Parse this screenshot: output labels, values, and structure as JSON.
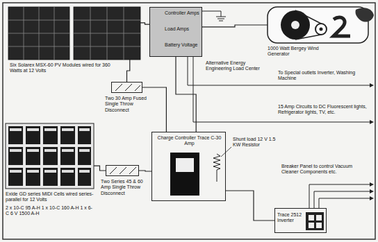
{
  "diagram": {
    "nodes": [
      {
        "text": [
          "Six Solarex MSX-60 PV Modules wired for 360 Watts at 12 Volts"
        ]
      },
      {
        "text": [
          "Controller Amps",
          "Load Amps",
          "Battery Voltage",
          "Alternative Energy Engineering Load Center"
        ]
      },
      {
        "text": [
          "1000 Watt Bergey Wind Generator"
        ]
      },
      {
        "text": [
          "Two 30 Amp Fused Single Throw Disconnect"
        ]
      },
      {
        "text": [
          "Exide GD series MIDI Cells wired series-parallel for 12 Volts",
          "2 x 10-C 95 A-H 1 x 10-C 160 A-H 1 x 6-C 6 V 1500 A-H"
        ]
      },
      {
        "text": [
          "Two Series 45 & 60 Amp Single Throw Disconnect"
        ]
      },
      {
        "text": [
          "Charge Controller Trace C-30 Amp"
        ]
      },
      {
        "text": [
          "Trace 2512 Inverter"
        ]
      }
    ],
    "edges": [
      {
        "from": 0,
        "to": 1,
        "arrow": "none"
      },
      {
        "from": 2,
        "to": 1,
        "arrow": "none"
      },
      {
        "from": 0,
        "to": 3,
        "arrow": "none"
      },
      {
        "from": 3,
        "to": 6,
        "arrow": "none"
      },
      {
        "from": 4,
        "to": 5,
        "arrow": "none"
      },
      {
        "from": 5,
        "to": 6,
        "arrow": "none"
      },
      {
        "from": 6,
        "to": 7,
        "arrow": "none"
      },
      {
        "from": 1,
        "to": 6,
        "arrow": "none"
      }
    ],
    "labels": [
      "To Special outlets Inverter, Washing Machine",
      "15 Amp Circuits to DC Fluorescent lights, Refrigerator lights, TV, etc.",
      "Shunt load 12 V 1.5 KW Resistor",
      "Breaker Panel to control Vacuum Cleaner Components etc."
    ]
  }
}
